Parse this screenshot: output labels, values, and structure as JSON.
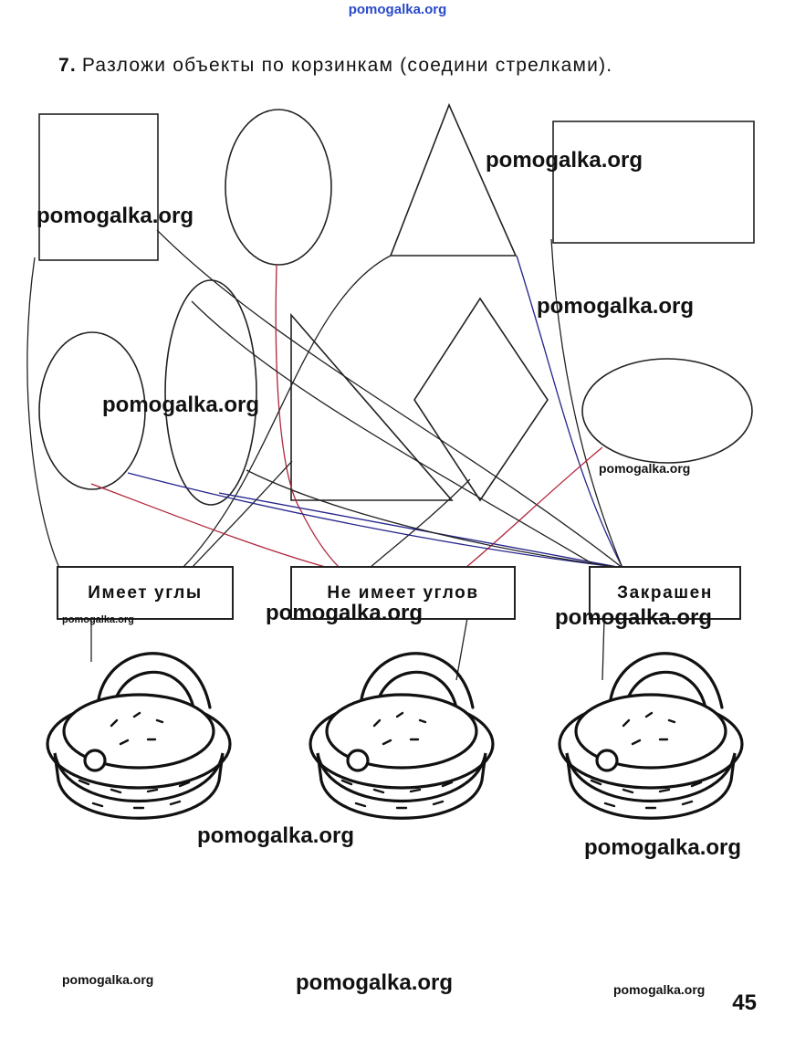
{
  "header": {
    "site_mark": "pomogalka.org",
    "task_number": "7.",
    "task_text": "Разложи объекты по корзинкам (соедини стрелками)."
  },
  "categories": [
    {
      "label": "Имеет углы"
    },
    {
      "label": "Не имеет углов"
    },
    {
      "label": "Закрашен"
    }
  ],
  "watermark_text": "pomogalka.org",
  "page_number": "45",
  "colors": {
    "pen_dark": "#222222",
    "pen_blue": "#24248a",
    "pen_red": "#b0263a"
  }
}
